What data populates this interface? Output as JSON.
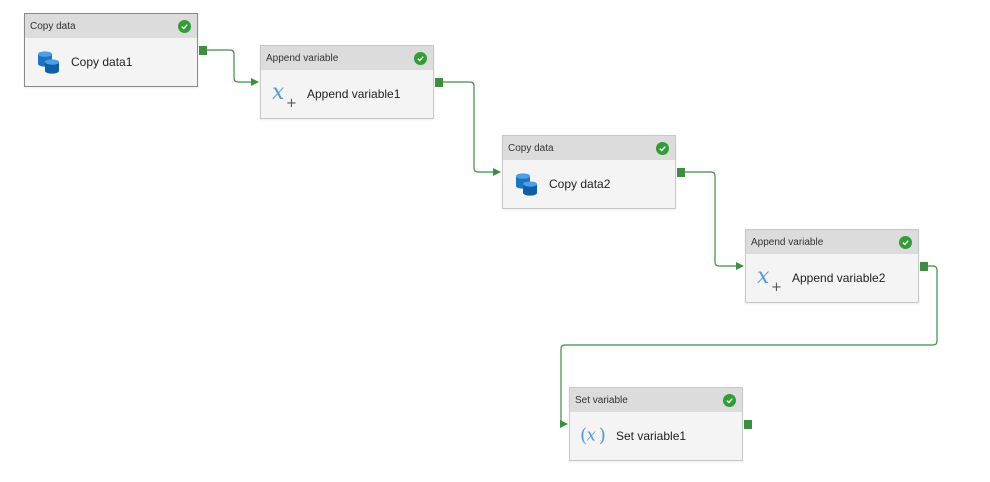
{
  "colors": {
    "success": "#2f9e33",
    "connector": "#3c8f3e",
    "header_bg": "#dcdcdc",
    "card_bg": "#f4f4f4",
    "db_icon": "#1c74c5",
    "variable_icon": "#5b9bd5"
  },
  "activities": [
    {
      "type": "Copy data",
      "name": "Copy data1",
      "icon": "database-icon",
      "status": "succeeded"
    },
    {
      "type": "Append variable",
      "name": "Append variable1",
      "icon": "append-variable-icon",
      "status": "succeeded"
    },
    {
      "type": "Copy data",
      "name": "Copy data2",
      "icon": "database-icon",
      "status": "succeeded"
    },
    {
      "type": "Append variable",
      "name": "Append variable2",
      "icon": "append-variable-icon",
      "status": "succeeded"
    },
    {
      "type": "Set variable",
      "name": "Set variable1",
      "icon": "set-variable-icon",
      "status": "succeeded"
    }
  ]
}
